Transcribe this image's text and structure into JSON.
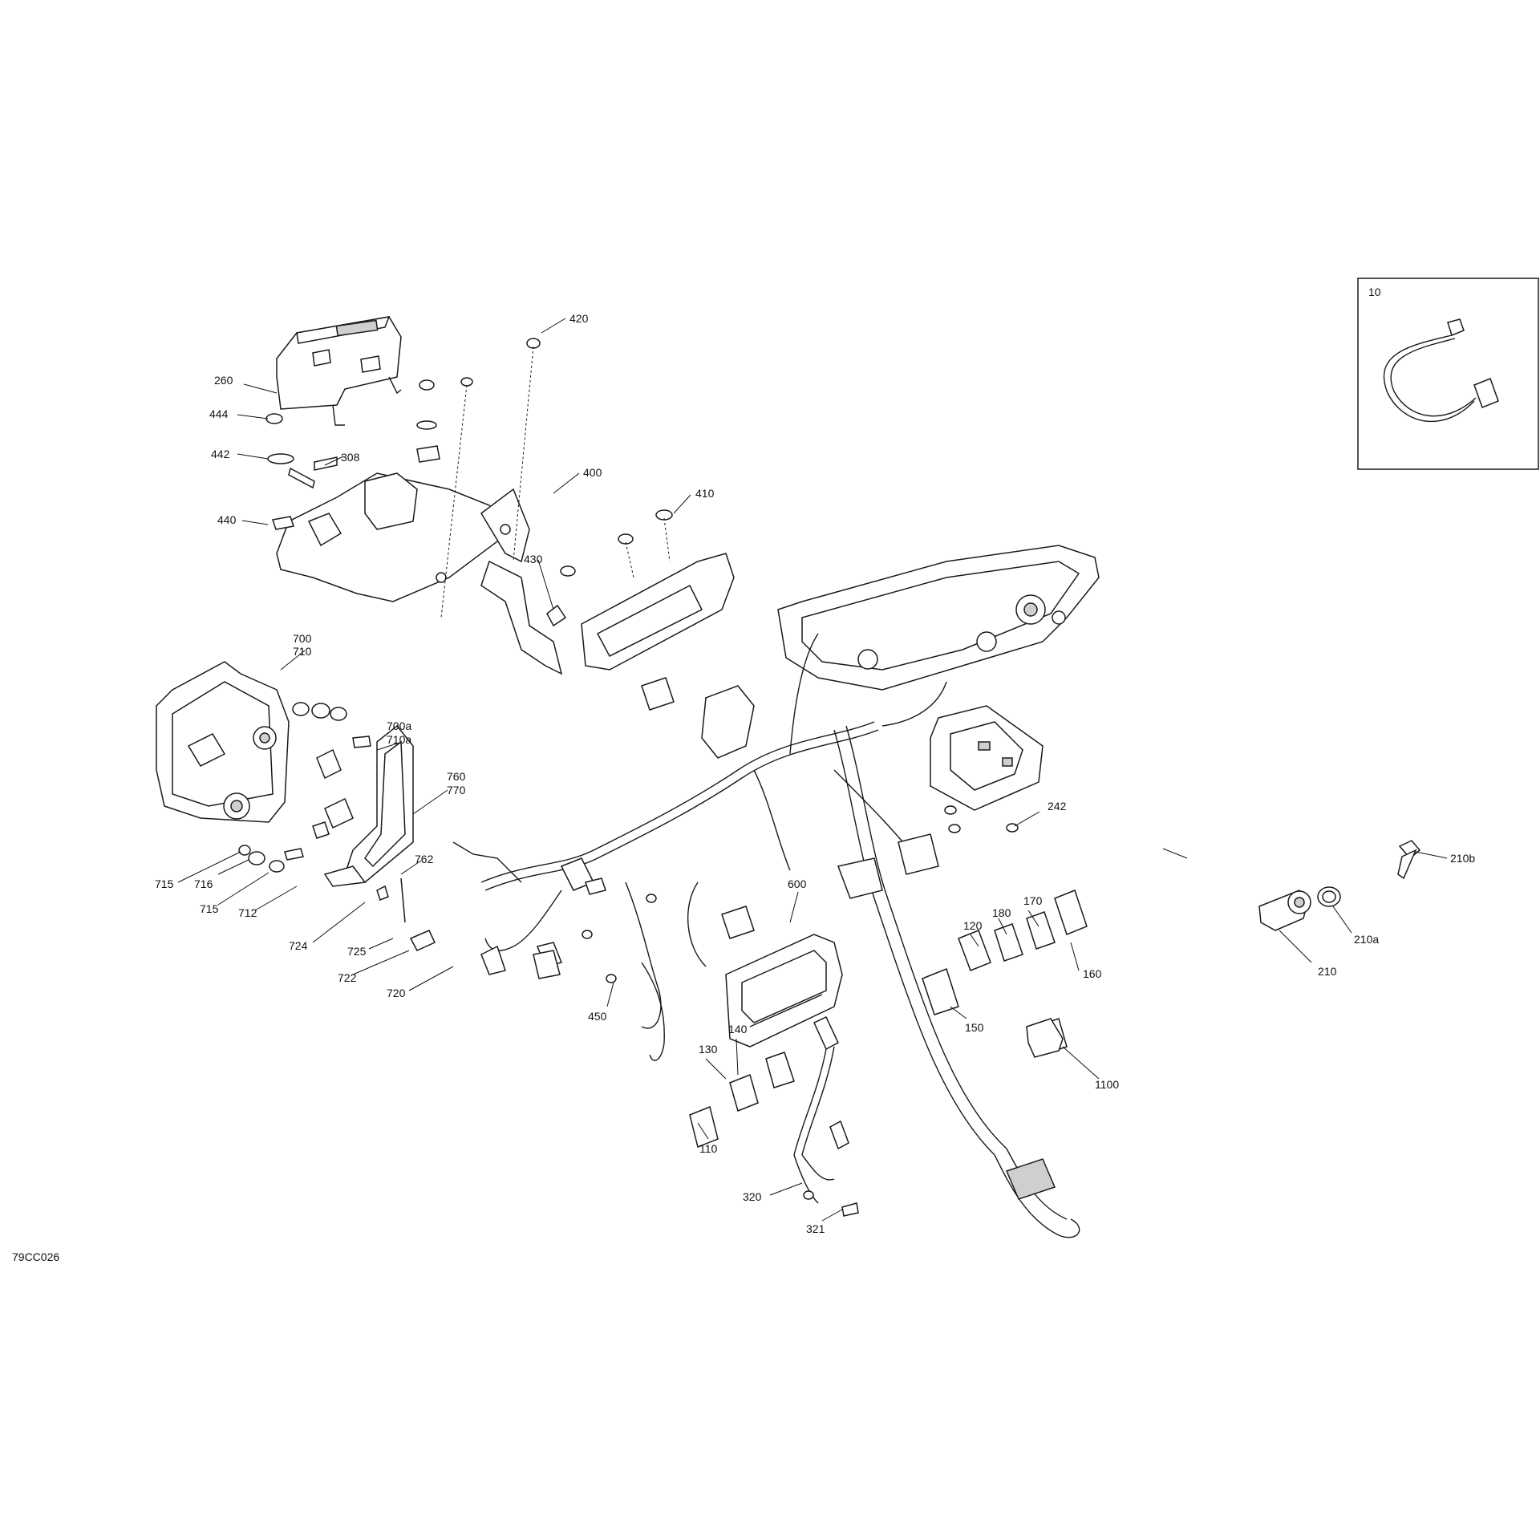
{
  "diagram_code": "79CC026",
  "inset_label": "10",
  "callouts": [
    "420",
    "260",
    "444",
    "442",
    "308",
    "400",
    "410",
    "440",
    "430",
    "700",
    "710",
    "700a",
    "710a",
    "760",
    "770",
    "762",
    "715",
    "716",
    "715",
    "712",
    "724",
    "725",
    "722",
    "720",
    "600",
    "450",
    "242",
    "120",
    "180",
    "170",
    "160",
    "150",
    "1100",
    "140",
    "130",
    "110",
    "320",
    "321",
    "210b",
    "210a",
    "210"
  ]
}
